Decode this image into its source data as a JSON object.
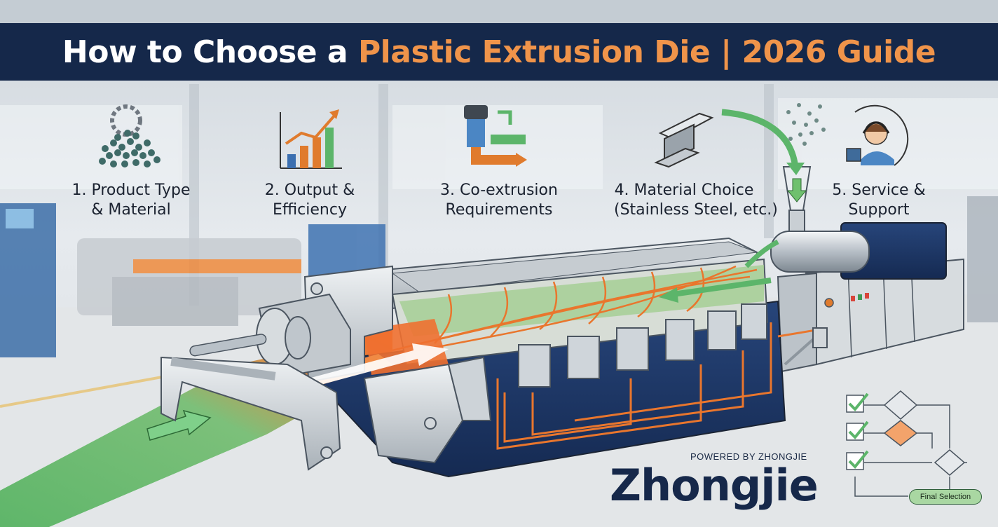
{
  "title": {
    "part1": "How to Choose a ",
    "part2": "Plastic Extrusion Die | 2026 Guide"
  },
  "steps": [
    {
      "line1": "1. Product Type",
      "line2": "& Material",
      "icon": "pellets-gear-icon"
    },
    {
      "line1": "2. Output &",
      "line2": "Efficiency",
      "icon": "growth-chart-icon"
    },
    {
      "line1": "3. Co-extrusion",
      "line2": "Requirements",
      "icon": "coextrusion-pipe-icon"
    },
    {
      "line1": "4. Material Choice",
      "line2": "(Stainless Steel, etc.)",
      "icon": "steel-beam-icon"
    },
    {
      "line1": "5. Service &",
      "line2": "Support",
      "icon": "support-agent-icon"
    }
  ],
  "powered_by": "POWERED BY ZHONGJIE",
  "brand": "Zhongjie",
  "flowchart": {
    "final_label": "Final Selection"
  },
  "colors": {
    "banner": "#15284a",
    "accent_orange": "#f0944a",
    "brand_navy": "#16284a",
    "melt_green": "#5fb66a",
    "melt_orange": "#ec7a2e"
  }
}
